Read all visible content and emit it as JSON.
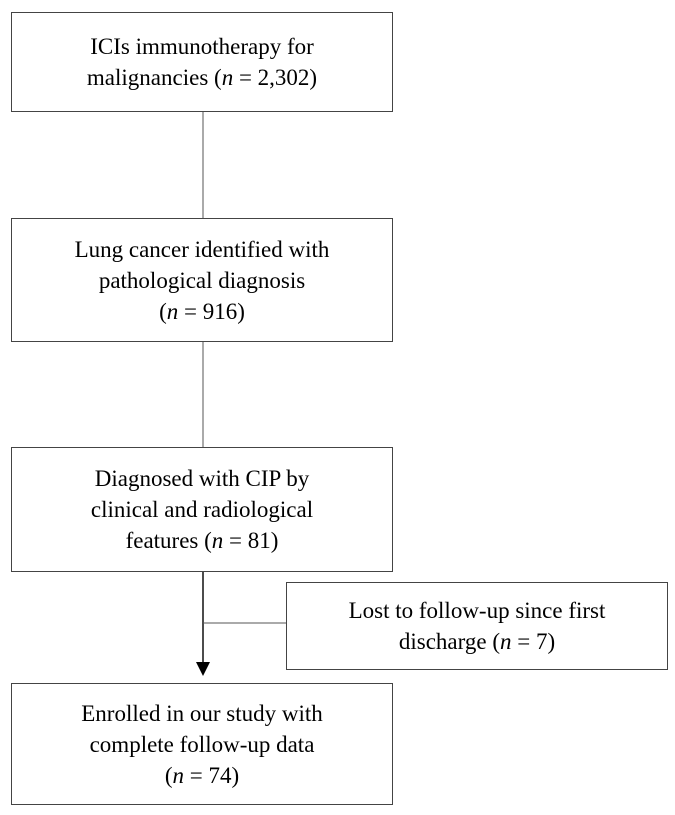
{
  "diagram": {
    "boxes": [
      {
        "id": "box-ici-immunotherapy",
        "lines": [
          {
            "pre": "ICIs immunotherapy for"
          },
          {
            "pre": "malignancies (",
            "italic": "n",
            "post": " = 2,302)"
          }
        ]
      },
      {
        "id": "box-lung-cancer",
        "lines": [
          {
            "pre": "Lung cancer identified with"
          },
          {
            "pre": "pathological diagnosis"
          },
          {
            "pre": "(",
            "italic": "n",
            "post": " = 916)"
          }
        ]
      },
      {
        "id": "box-cip-diagnosed",
        "lines": [
          {
            "pre": "Diagnosed with CIP by"
          },
          {
            "pre": "clinical and radiological"
          },
          {
            "pre": "features (",
            "italic": "n",
            "post": " = 81)"
          }
        ]
      },
      {
        "id": "box-lost-follow-up",
        "lines": [
          {
            "pre": "Lost to follow-up since first"
          },
          {
            "pre": "discharge (",
            "italic": "n",
            "post": " = 7)"
          }
        ]
      },
      {
        "id": "box-enrolled",
        "lines": [
          {
            "pre": "Enrolled in our study with"
          },
          {
            "pre": "complete follow-up data"
          },
          {
            "pre": "(",
            "italic": "n",
            "post": " = 74)"
          }
        ]
      }
    ]
  }
}
